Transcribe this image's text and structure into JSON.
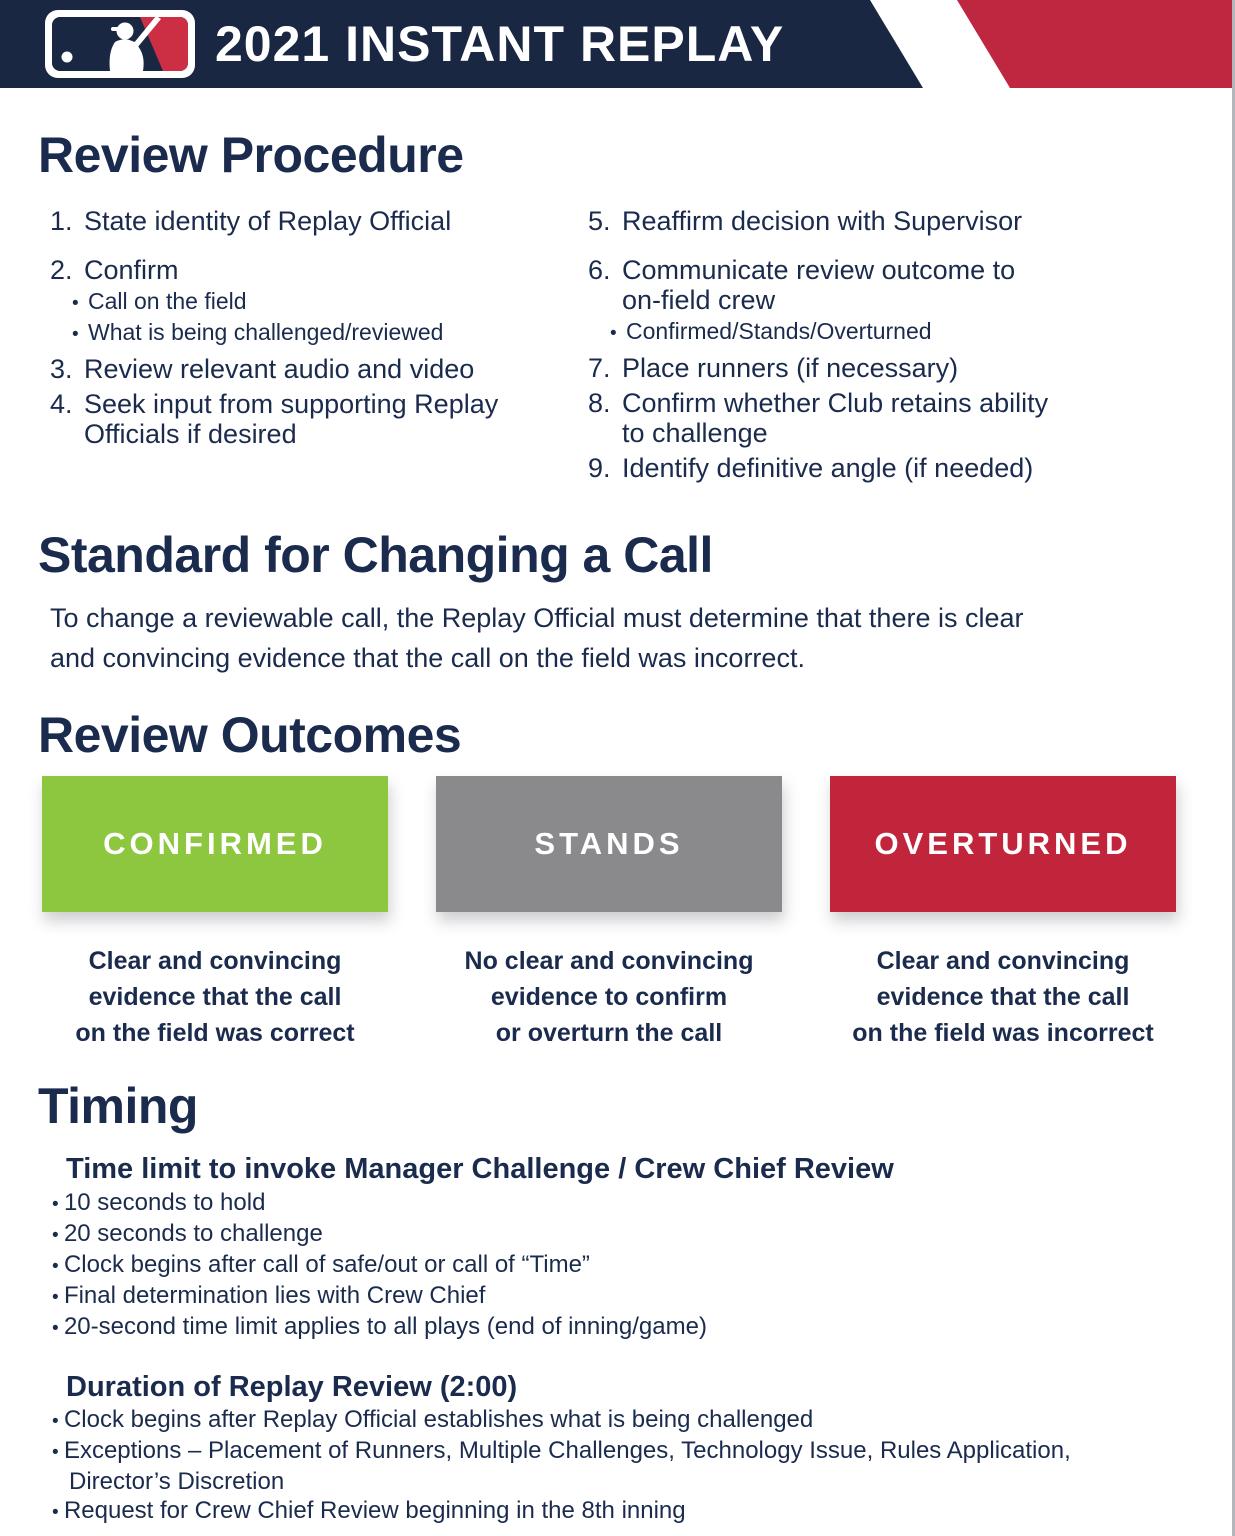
{
  "page": {
    "text_color": "#1B2B4D",
    "edge_line_color": "#B3B6BA"
  },
  "header": {
    "title": "2021 INSTANT REPLAY",
    "banner_color": "#1A2742",
    "accent_color": "#BF2741",
    "logo": "mlb-logo"
  },
  "review_procedure": {
    "heading": "Review Procedure",
    "left_items": [
      {
        "num": "1.",
        "text": "State identity of Replay Official"
      },
      {
        "num": "2.",
        "text": "Confirm",
        "subs": [
          "Call on the field",
          "What is being challenged/reviewed"
        ]
      },
      {
        "num": "3.",
        "text": "Review relevant audio and video"
      },
      {
        "num": "4.",
        "text": "Seek input from supporting Replay\nOfficials if desired"
      }
    ],
    "right_items": [
      {
        "num": "5.",
        "text": "Reaffirm decision with Supervisor"
      },
      {
        "num": "6.",
        "text": "Communicate review outcome to\non-field crew",
        "subs": [
          "Confirmed/Stands/Overturned"
        ]
      },
      {
        "num": "7.",
        "text": "Place runners (if necessary)"
      },
      {
        "num": "8.",
        "text": "Confirm whether Club retains ability\nto challenge"
      },
      {
        "num": "9.",
        "text": "Identify definitive angle (if needed)"
      }
    ]
  },
  "standard": {
    "heading": "Standard for Changing a Call",
    "body": "To change a reviewable call, the Replay Official must determine that there is clear\nand convincing evidence that the call on the field was incorrect."
  },
  "outcomes": {
    "heading": "Review Outcomes",
    "cards": [
      {
        "label": "CONFIRMED",
        "color": "#8DC63F",
        "caption": "Clear and convincing\nevidence that the call\non the field was correct"
      },
      {
        "label": "STANDS",
        "color": "#8A8A8D",
        "caption": "No clear and convincing\nevidence to confirm\nor overturn the call"
      },
      {
        "label": "OVERTURNED",
        "color": "#C1253C",
        "caption": "Clear and convincing\nevidence that the call\non the field was incorrect"
      }
    ]
  },
  "timing": {
    "heading": "Timing",
    "sections": [
      {
        "subheading": "Time limit to invoke Manager Challenge / Crew Chief Review",
        "bullets": [
          "10 seconds to hold",
          "20 seconds to challenge",
          "Clock begins after call of safe/out or call of “Time”",
          "Final determination lies with Crew Chief",
          "20-second time limit applies to all plays (end of inning/game)"
        ]
      },
      {
        "subheading": "Duration of Replay Review (2:00)",
        "bullets": [
          "Clock begins after Replay Official establishes what is being challenged",
          "Exceptions – Placement of Runners, Multiple Challenges, Technology Issue, Rules Application,\nDirector’s Discretion",
          "Request for Crew Chief Review beginning in the 8th inning"
        ]
      }
    ]
  }
}
